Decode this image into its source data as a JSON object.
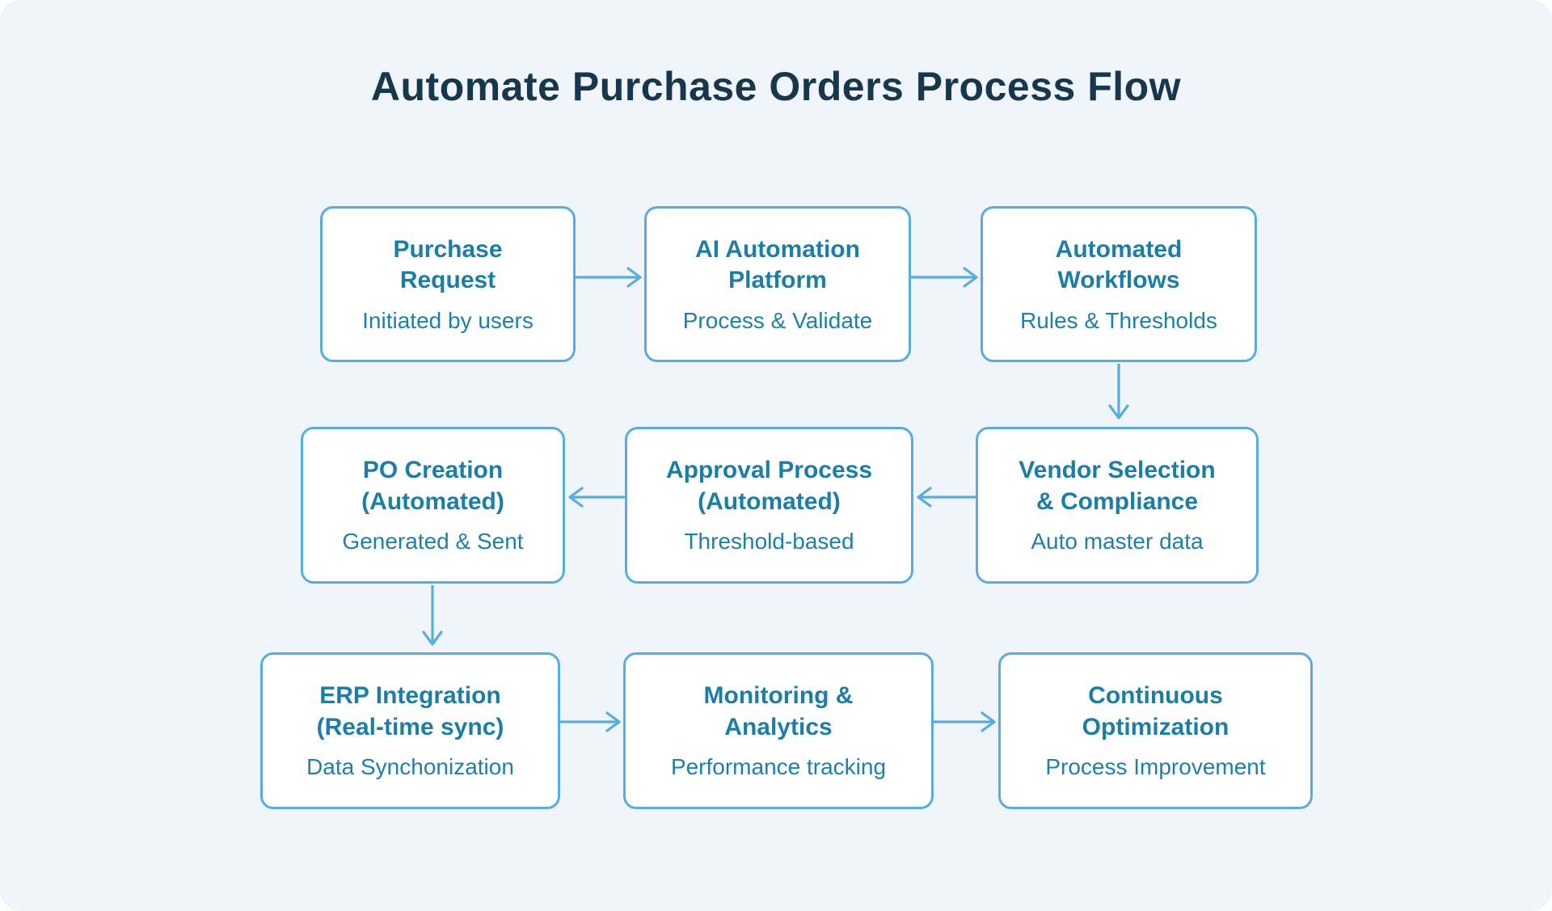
{
  "title": "Automate Purchase Orders Process Flow",
  "colors": {
    "canvas_background": "#EFF5FB",
    "box_background": "#FFFFFF",
    "box_border": "#58ADDE",
    "box_text": "#1C7DA6",
    "title_text": "#17374D",
    "arrow": "#58ADDE"
  },
  "icons": {
    "arrow_right": "→",
    "arrow_left": "←",
    "arrow_down": "↓"
  },
  "boxes": [
    {
      "title_line1": "Purchase",
      "title_line2": "Request",
      "subtitle": "Initiated by users"
    },
    {
      "title_line1": "AI Automation",
      "title_line2": "Platform",
      "subtitle": "Process & Validate"
    },
    {
      "title_line1": "Automated",
      "title_line2": "Workflows",
      "subtitle": "Rules & Thresholds"
    },
    {
      "title_line1": "PO Creation",
      "title_line2": "(Automated)",
      "subtitle": "Generated & Sent"
    },
    {
      "title_line1": "Approval Process",
      "title_line2": "(Automated)",
      "subtitle": "Threshold-based"
    },
    {
      "title_line1": "Vendor Selection",
      "title_line2": "& Compliance",
      "subtitle": "Auto master data"
    },
    {
      "title_line1": "ERP Integration",
      "title_line2": "(Real-time sync)",
      "subtitle": "Data Synchonization"
    },
    {
      "title_line1": "Monitoring &",
      "title_line2": "Analytics",
      "subtitle": "Performance tracking"
    },
    {
      "title_line1": "Continuous",
      "title_line2": "Optimization",
      "subtitle": "Process Improvement"
    }
  ]
}
